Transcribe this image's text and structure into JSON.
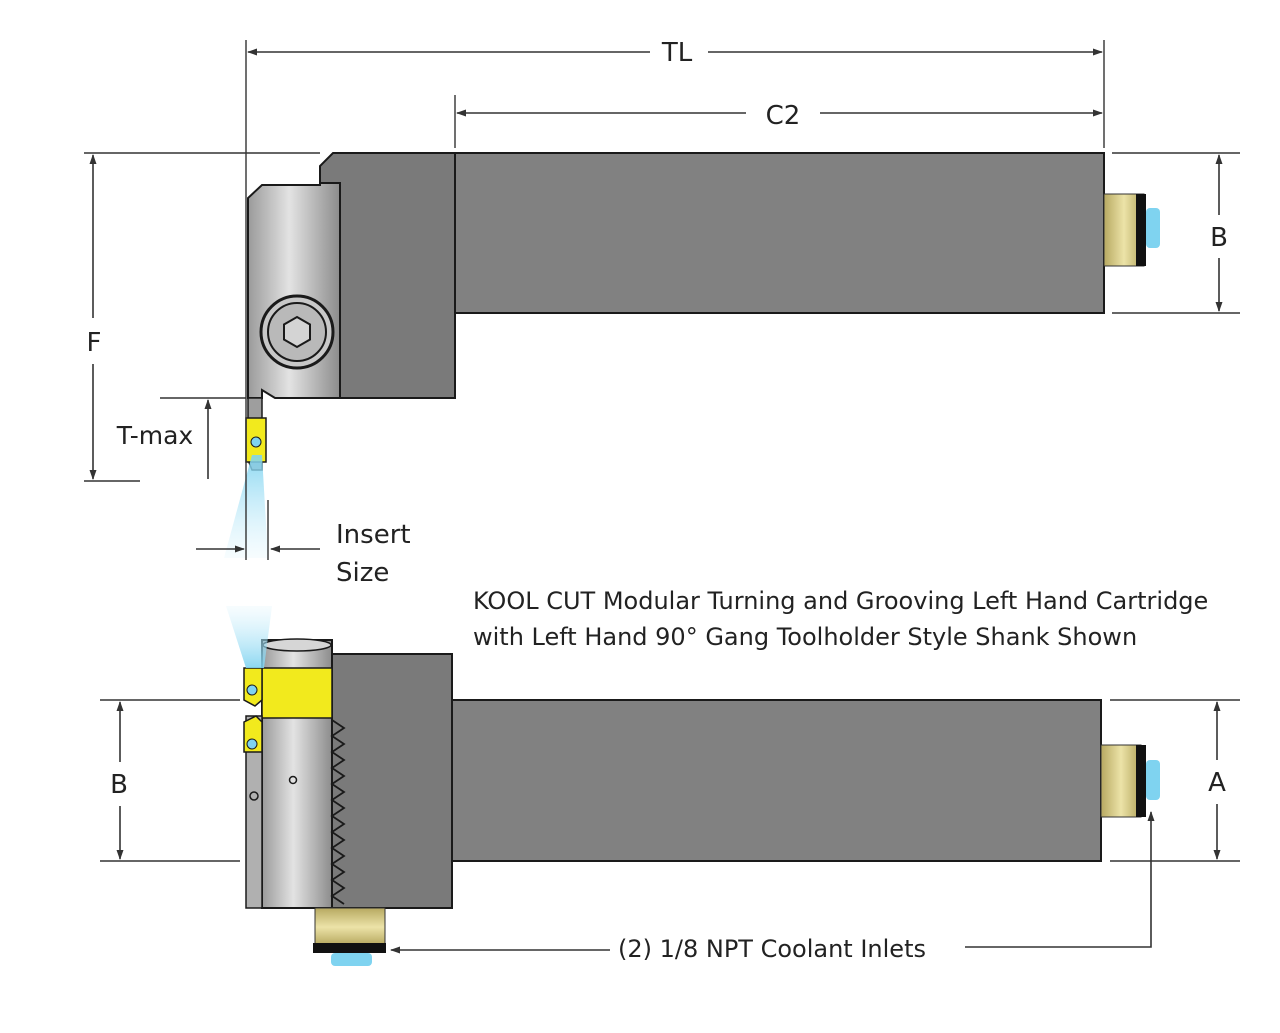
{
  "dimensions": {
    "tl": "TL",
    "c2": "C2",
    "b_top": "B",
    "f": "F",
    "t_max": "T-max",
    "insert_size_line1": "Insert",
    "insert_size_line2": "Size",
    "b_bottom": "B",
    "a": "A"
  },
  "caption": {
    "line1": "KOOL CUT Modular Turning and Grooving Left Hand Cartridge",
    "line2": "with Left Hand 90° Gang Toolholder Style Shank Shown"
  },
  "coolant_label": "(2) 1/8  NPT Coolant Inlets",
  "colors": {
    "shank": "#818181",
    "shank_outline": "#1a1a1a",
    "cartridge": "#bdbdbd",
    "insert_yellow": "#f2ea1d",
    "fitting_brass": "#d8cc86",
    "coolant_blue": "#7fd3f0"
  }
}
